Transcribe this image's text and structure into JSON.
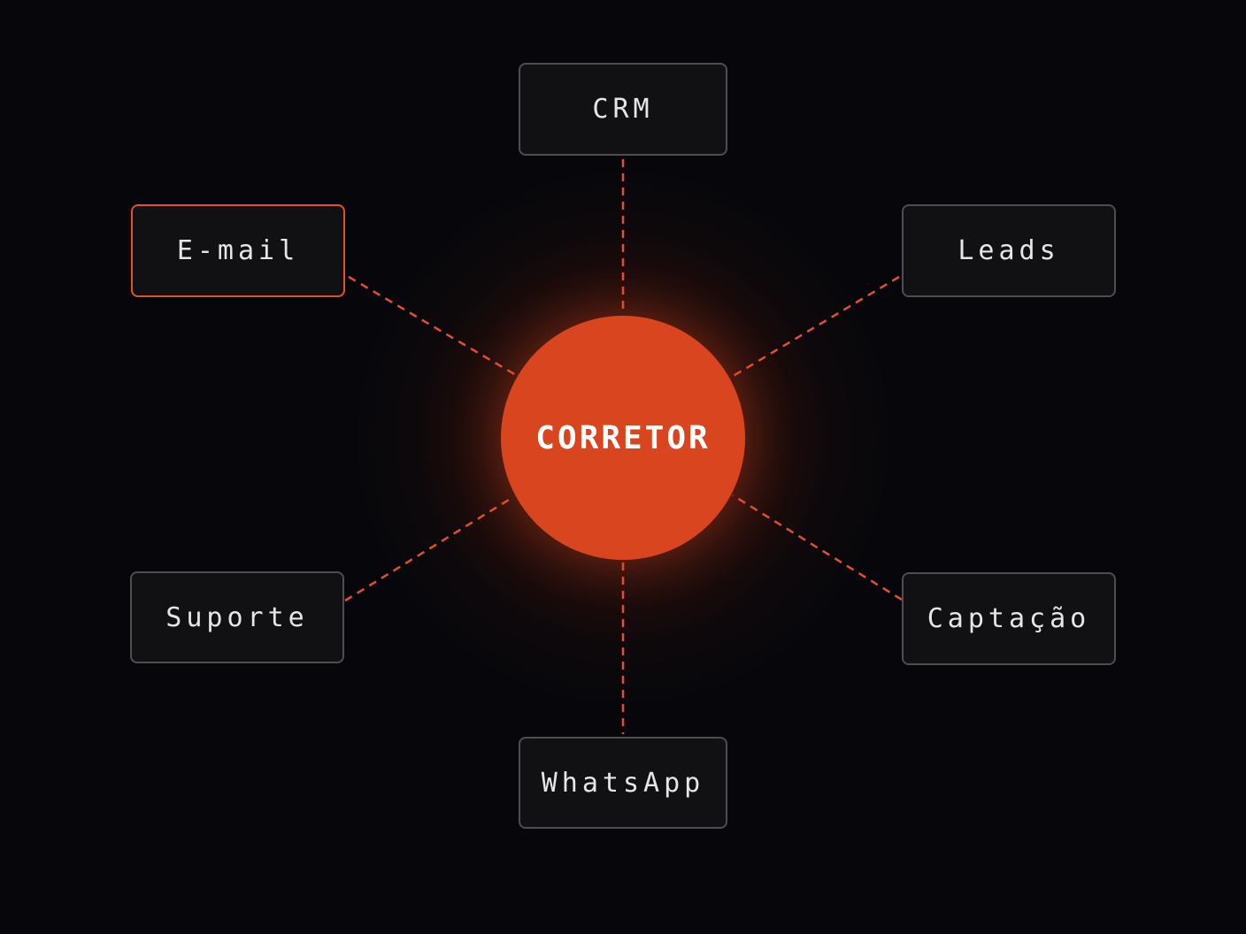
{
  "colors": {
    "background": "#07070b",
    "accent": "#d9451e",
    "link": "#e0522a",
    "node_border": "#4d4d52",
    "node_fill": "#111114",
    "text": "#e6e6e6"
  },
  "hub": {
    "label": "CORRETOR"
  },
  "nodes": [
    {
      "id": "crm",
      "label": "CRM",
      "active": false
    },
    {
      "id": "email",
      "label": "E-mail",
      "active": true
    },
    {
      "id": "leads",
      "label": "Leads",
      "active": false
    },
    {
      "id": "suporte",
      "label": "Suporte",
      "active": false
    },
    {
      "id": "captacao",
      "label": "Captação",
      "active": false
    },
    {
      "id": "whatsapp",
      "label": "WhatsApp",
      "active": false
    }
  ],
  "links": [
    {
      "from": "CORRETOR",
      "to": "CRM",
      "style": "dashed"
    },
    {
      "from": "CORRETOR",
      "to": "E-mail",
      "style": "dashed"
    },
    {
      "from": "CORRETOR",
      "to": "Leads",
      "style": "dashed"
    },
    {
      "from": "CORRETOR",
      "to": "Suporte",
      "style": "dashed"
    },
    {
      "from": "CORRETOR",
      "to": "Captação",
      "style": "dashed"
    },
    {
      "from": "CORRETOR",
      "to": "WhatsApp",
      "style": "dashed"
    }
  ]
}
